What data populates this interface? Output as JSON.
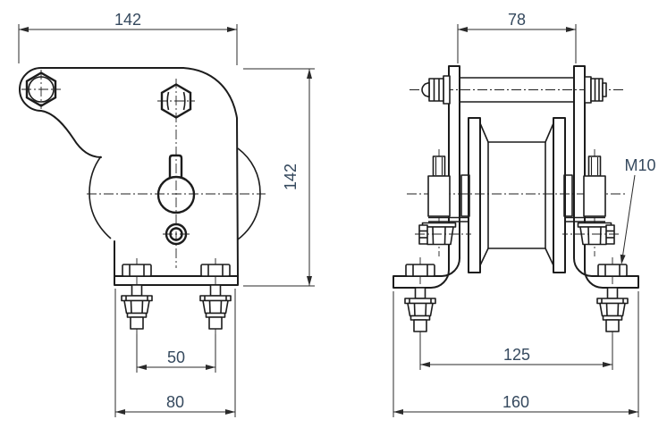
{
  "drawing": {
    "front_view": {
      "dim_width": "142",
      "dim_height": "142",
      "dim_bolt_spacing": "50",
      "dim_base_width": "80"
    },
    "side_view": {
      "dim_plate_gap": "78",
      "dim_bolt_spacing": "125",
      "dim_overall_width": "160",
      "thread_callout": "M10"
    },
    "colors": {
      "line": "#1c1c1c",
      "dimension_text": "#35495e",
      "background": "#ffffff"
    }
  }
}
